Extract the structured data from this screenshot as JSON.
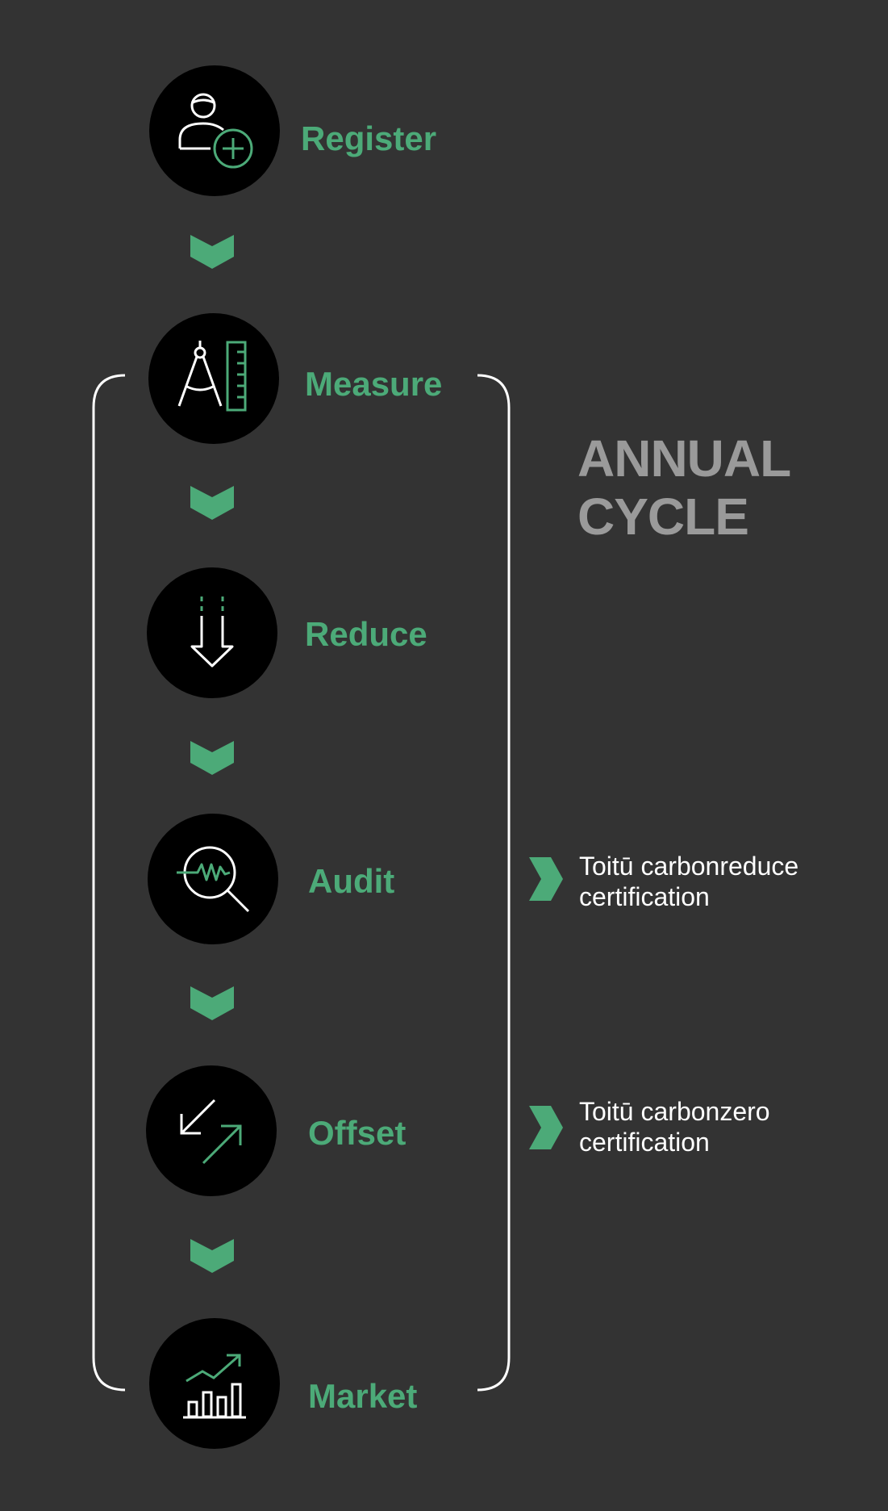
{
  "steps": [
    {
      "label": "Register",
      "icon": "register-user-plus-icon"
    },
    {
      "label": "Measure",
      "icon": "compass-ruler-icon"
    },
    {
      "label": "Reduce",
      "icon": "down-arrow-icon"
    },
    {
      "label": "Audit",
      "icon": "magnifier-signal-icon"
    },
    {
      "label": "Offset",
      "icon": "offset-arrows-icon"
    },
    {
      "label": "Market",
      "icon": "growth-chart-icon"
    }
  ],
  "cycle": {
    "line1": "ANNUAL",
    "line2": "CYCLE"
  },
  "certifications": [
    {
      "line1": "Toitū carbonreduce",
      "line2": "certification",
      "step": "Audit"
    },
    {
      "line1": "Toitū carbonzero",
      "line2": "certification",
      "step": "Offset"
    }
  ],
  "colors": {
    "background": "#333333",
    "accent_green": "#4caa78",
    "circle": "#000000",
    "cycle_text": "#9a9a9a",
    "white": "#ffffff"
  }
}
